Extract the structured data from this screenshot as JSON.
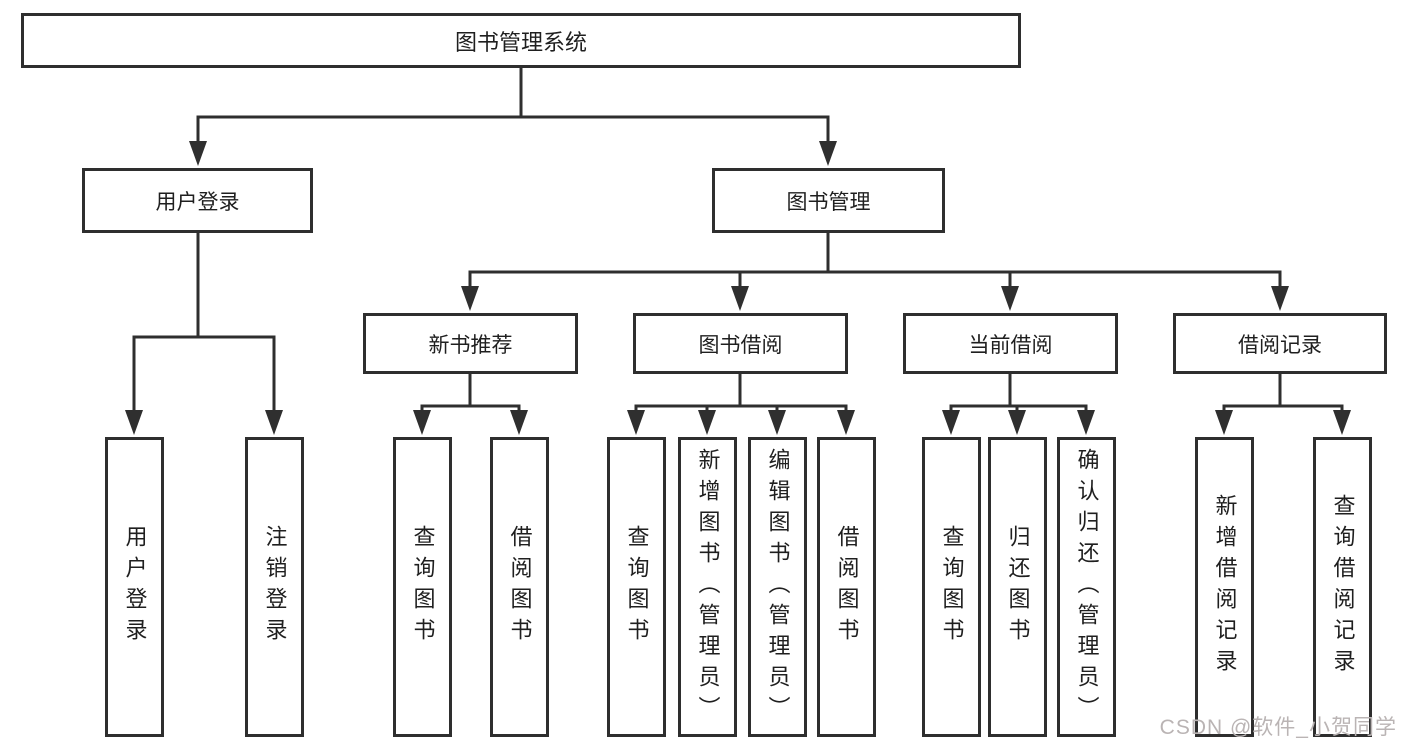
{
  "diagram": {
    "title_node": "图书管理系统",
    "root": {
      "label": "图书管理系统"
    },
    "branches": [
      {
        "label": "用户登录",
        "leaves": [
          {
            "label": "用户登录"
          },
          {
            "label": "注销登录"
          }
        ]
      },
      {
        "label": "图书管理",
        "groups": [
          {
            "label": "新书推荐",
            "leaves": [
              {
                "label": "查询图书"
              },
              {
                "label": "借阅图书"
              }
            ]
          },
          {
            "label": "图书借阅",
            "leaves": [
              {
                "label": "查询图书"
              },
              {
                "label": "新增图书（管理员）"
              },
              {
                "label": "编辑图书（管理员）"
              },
              {
                "label": "借阅图书"
              }
            ]
          },
          {
            "label": "当前借阅",
            "leaves": [
              {
                "label": "查询图书"
              },
              {
                "label": "归还图书"
              },
              {
                "label": "确认归还（管理员）"
              }
            ]
          },
          {
            "label": "借阅记录",
            "leaves": [
              {
                "label": "新增借阅记录"
              },
              {
                "label": "查询借阅记录"
              }
            ]
          }
        ]
      }
    ],
    "colors": {
      "line": "#2f2f2f",
      "text": "#1f1f1f",
      "box_background": "#ffffff",
      "watermark": "#bab4b4"
    }
  },
  "watermark": {
    "text": "CSDN @软件_小贺同学"
  }
}
